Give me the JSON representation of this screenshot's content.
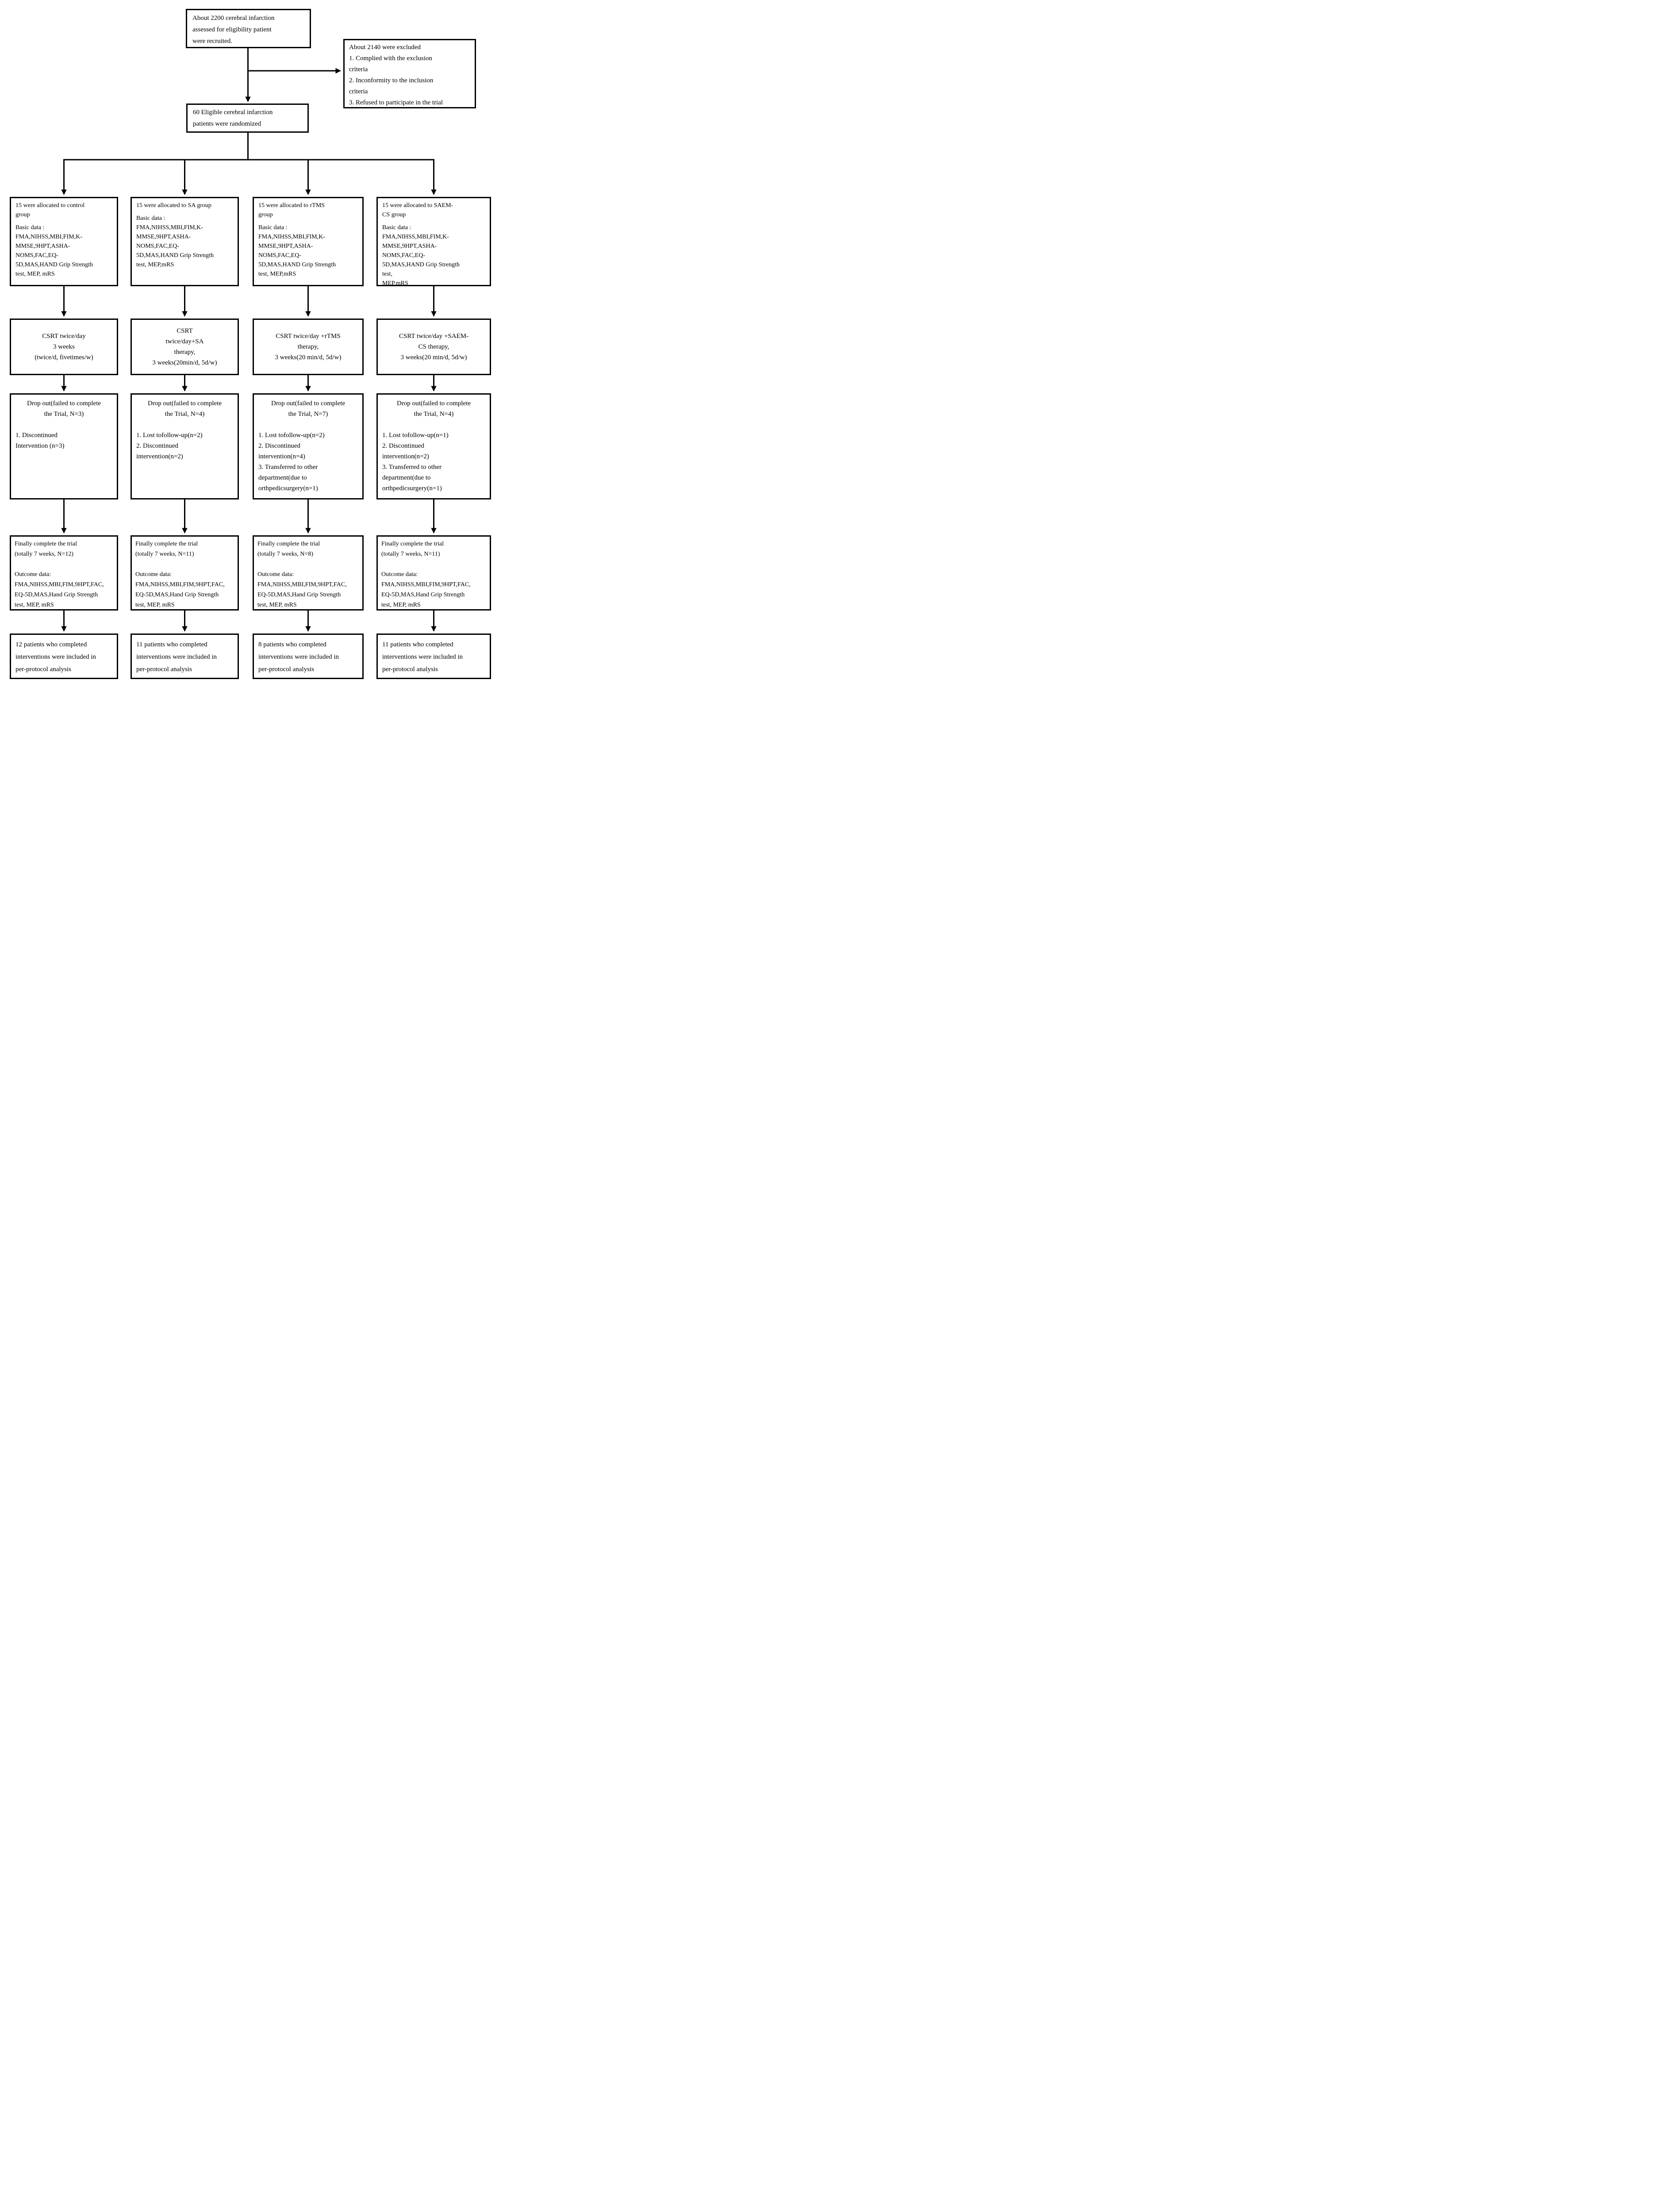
{
  "colors": {
    "ink": "#000000",
    "background": "#ffffff"
  },
  "recruited": {
    "lines": [
      "About 2200 cerebral infarction",
      "assessed for eligibility patient",
      "were recruited."
    ]
  },
  "excluded": {
    "lines": [
      "About 2140 were excluded",
      "1. Complied with the exclusion",
      "criteria",
      "2. Inconformity to the inclusion",
      "criteria",
      "3. Refused to participate in the trial"
    ]
  },
  "randomized": {
    "lines": [
      "60 Eligible cerebral infarction",
      "patients were randomized"
    ]
  },
  "groups": [
    {
      "name": "control",
      "allocation_title_lines": [
        "15 were allocated to control",
        "group"
      ],
      "basic_data_lines": [
        "Basic data :",
        "FMA,NIHSS,MBI,FIM,K-",
        "MMSE,9HPT,ASHA-",
        "NOMS,FAC,EQ-",
        "5D,MAS,HAND Grip Strength",
        "test, MEP, mRS"
      ],
      "therapy_lines": [
        "CSRT twice/day",
        "3 weeks",
        "(twice/d, fivetimes/w)"
      ],
      "dropout_title_lines": [
        "Drop out(failed to complete",
        "the Trial, N=3)"
      ],
      "dropout_item_lines": [
        "1. Discontinued",
        "Intervention (n=3)"
      ],
      "complete_lines": [
        "Finally complete the trial",
        "(totally 7 weeks, N=12)",
        "",
        "Outcome data:",
        "FMA,NIHSS,MBI,FIM,9HPT,FAC,",
        "EQ-5D,MAS,Hand Grip Strength",
        "test, MEP, mRS"
      ],
      "analysis_lines": [
        "12 patients who completed",
        "interventions were included in",
        "per-protocol analysis"
      ]
    },
    {
      "name": "SA",
      "allocation_title_lines": [
        "15 were allocated to SA group"
      ],
      "basic_data_lines": [
        "Basic data :",
        "FMA,NIHSS,MBI,FIM,K-",
        "MMSE,9HPT,ASHA-",
        "NOMS,FAC,EQ-",
        "5D,MAS,HAND Grip Strength",
        "test, MEP,mRS"
      ],
      "therapy_lines": [
        "CSRT",
        "twice/day+SA",
        "therapy,",
        "3 weeks(20min/d, 5d/w)"
      ],
      "dropout_title_lines": [
        "Drop out(failed to complete",
        "the Trial, N=4)"
      ],
      "dropout_item_lines": [
        "1. Lost tofollow-up(n=2)",
        "2. Discontinued",
        "intervention(n=2)"
      ],
      "complete_lines": [
        "Finally complete the trial",
        "(totally 7 weeks, N=11)",
        "",
        "Outcome data:",
        "FMA,NIHSS,MBI,FIM,9HPT,FAC,",
        "EQ-5D,MAS,Hand Grip Strength",
        "test, MEP, mRS"
      ],
      "analysis_lines": [
        "11 patients who completed",
        "interventions were included in",
        "per-protocol analysis"
      ]
    },
    {
      "name": "rTMS",
      "allocation_title_lines": [
        "15 were allocated to rTMS",
        "group"
      ],
      "basic_data_lines": [
        "Basic data :",
        "FMA,NIHSS,MBI,FIM,K-",
        "MMSE,9HPT,ASHA-",
        "NOMS,FAC,EQ-",
        "5D,MAS,HAND Grip Strength",
        "test, MEP,mRS"
      ],
      "therapy_lines": [
        "CSRT twice/day +rTMS",
        "therapy,",
        "3 weeks(20 min/d, 5d/w)"
      ],
      "dropout_title_lines": [
        "Drop out(failed to complete",
        "the Trial, N=7)"
      ],
      "dropout_item_lines": [
        "1. Lost tofollow-up(n=2)",
        "2. Discontinued",
        "intervention(n=4)",
        "3. Transferred to other",
        "department(due to",
        "orthpedicsurgery(n=1)"
      ],
      "complete_lines": [
        "Finally complete the trial",
        "(totally 7 weeks, N=8)",
        "",
        "Outcome data:",
        "FMA,NIHSS,MBI,FIM,9HPT,FAC,",
        "EQ-5D,MAS,Hand Grip Strength",
        "test, MEP, mRS"
      ],
      "analysis_lines": [
        "8 patients who completed",
        "interventions were included in",
        "per-protocol analysis"
      ]
    },
    {
      "name": "SAEM-CS",
      "allocation_title_lines": [
        "15 were allocated to SAEM-",
        "CS group"
      ],
      "basic_data_lines": [
        "Basic data :",
        "FMA,NIHSS,MBI,FIM,K-",
        "MMSE,9HPT,ASHA-",
        "NOMS,FAC,EQ-",
        "5D,MAS,HAND Grip Strength",
        "test,",
        "MEP,mRS"
      ],
      "therapy_lines": [
        "CSRT twice/day +SAEM-",
        "CS therapy,",
        "3 weeks(20 min/d, 5d/w)"
      ],
      "dropout_title_lines": [
        "Drop out(failed to complete",
        "the Trial, N=4)"
      ],
      "dropout_item_lines": [
        "1. Lost tofollow-up(n=1)",
        "2. Discontinued",
        "intervention(n=2)",
        "3. Transferred to other",
        "department(due to",
        "orthpedicsurgery(n=1)"
      ],
      "complete_lines": [
        "Finally complete the trial",
        "(totally 7 weeks, N=11)",
        "",
        "Outcome data:",
        "FMA,NIHSS,MBI,FIM,9HPT,FAC,",
        "EQ-5D,MAS,Hand Grip Strength",
        "test, MEP, mRS"
      ],
      "analysis_lines": [
        "11 patients who completed",
        "interventions were included in",
        "per-protocol analysis"
      ]
    }
  ]
}
